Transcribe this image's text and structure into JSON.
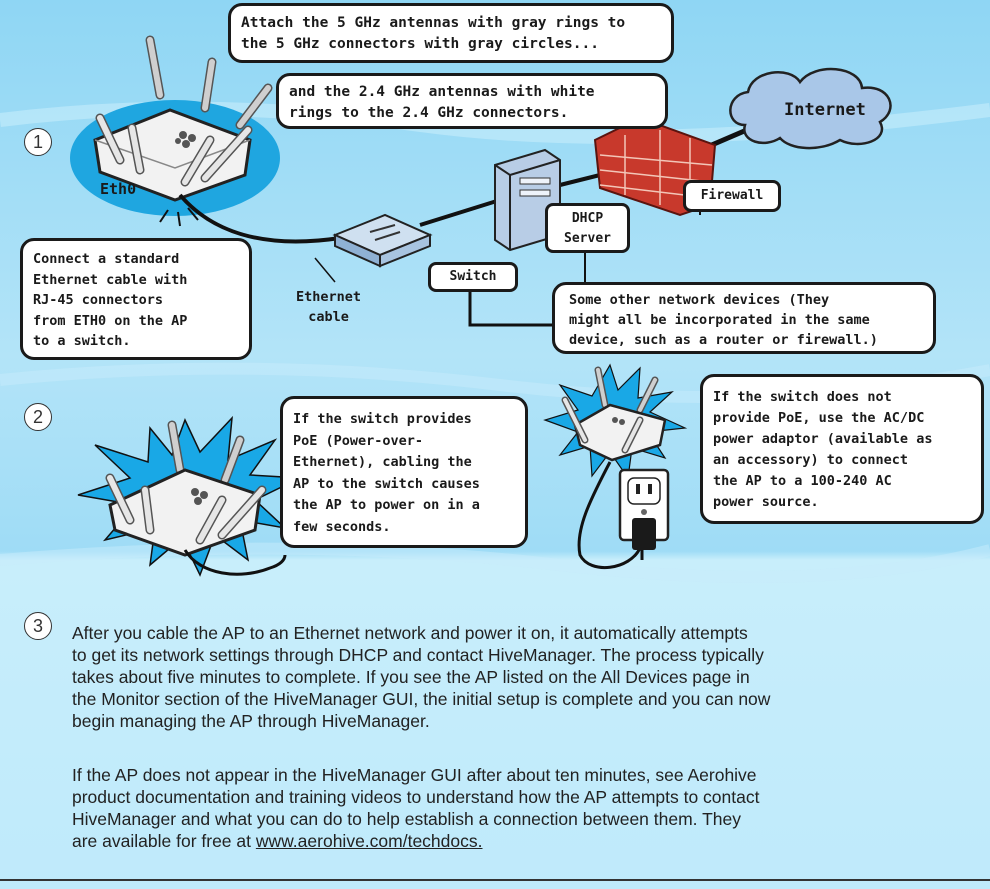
{
  "callouts": {
    "antenna_5ghz": [
      "Attach the 5 GHz antennas with gray rings to",
      "the 5 GHz connectors with gray circles..."
    ],
    "antenna_24ghz": [
      "and the 2.4 GHz antennas with white",
      "rings to the 2.4 GHz connectors."
    ],
    "ethernet_connect": [
      "Connect a standard",
      "Ethernet cable with",
      "RJ-45 connectors",
      "from ETH0 on the AP",
      "to a switch."
    ],
    "other_devices": [
      "Some other network devices (They",
      "might all be incorporated in the same",
      "device, such as a router or firewall.)"
    ],
    "poe": [
      "If the switch provides",
      "PoE (Power-over-",
      "Ethernet), cabling the",
      "AP to the switch causes",
      "the AP to power on in a",
      "few seconds."
    ],
    "no_poe": [
      "If the switch does not",
      "provide PoE, use the AC/DC",
      "power adaptor (available as",
      "an accessory) to connect",
      "the AP to a 100-240 AC",
      "power source."
    ]
  },
  "labels": {
    "eth0": "Eth0",
    "internet": "Internet",
    "firewall": "Firewall",
    "dhcp_server": [
      "DHCP",
      "Server"
    ],
    "switch": "Switch",
    "ethernet_cable": [
      "Ethernet",
      "cable"
    ]
  },
  "steps": [
    "1",
    "2",
    "3"
  ],
  "step3": {
    "para1": [
      "After you cable the AP to an Ethernet network and power it on, it automatically attempts",
      "to get its network settings through DHCP and contact HiveManager. The process typically",
      "takes about five minutes to complete. If you see the AP listed on the All Devices page in",
      "the Monitor section of the HiveManager GUI, the initial setup is complete and you can now",
      "begin managing the AP through HiveManager."
    ],
    "para2": [
      "If the AP does not appear in the HiveManager GUI after about ten minutes, see Aerohive",
      "product documentation and training videos to understand how the AP attempts to contact",
      "HiveManager and what you can do to help establish a connection between them. They"
    ],
    "para2_last_prefix": "are available for free at ",
    "link": "www.aerohive.com/techdocs."
  },
  "colors": {
    "background": "#a8e0f7",
    "ap_glow": "#1fa6e0",
    "starburst": "#19a8e6",
    "firewall_brick": "#c8392c",
    "cloud": "#a9c7e8"
  }
}
